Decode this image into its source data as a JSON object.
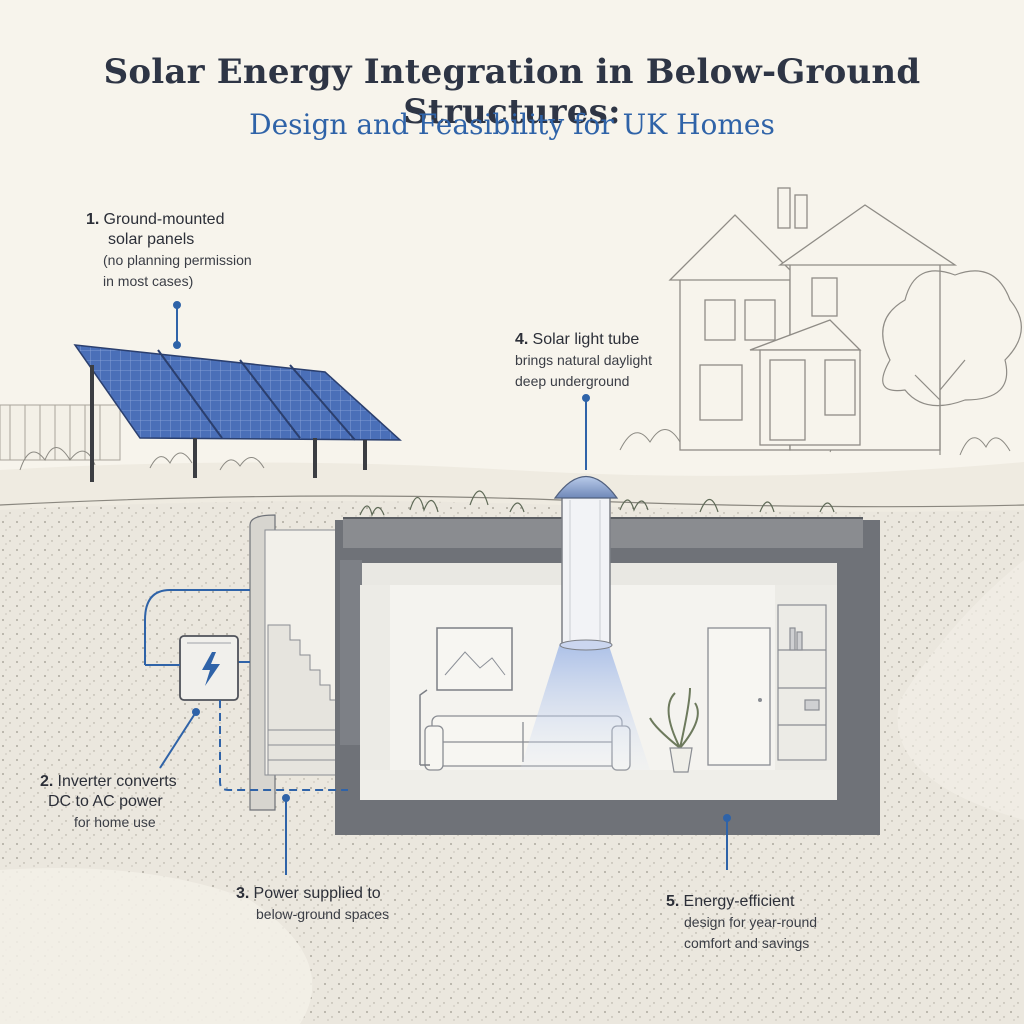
{
  "header": {
    "title": "Solar Energy Integration in Below-Ground Structures:",
    "subtitle": "Design and Feasibility for UK Homes"
  },
  "callouts": [
    {
      "number": "1.",
      "lines": [
        "Ground-mounted",
        "solar panels",
        "(no planning permission",
        "in most cases)"
      ]
    },
    {
      "number": "2.",
      "lines": [
        "Inverter converts",
        "DC to AC power",
        "for home use"
      ]
    },
    {
      "number": "3.",
      "lines": [
        "Power supplied to",
        "below-ground spaces"
      ]
    },
    {
      "number": "4.",
      "lines": [
        "Solar light tube",
        "brings natural daylight",
        "deep underground"
      ]
    },
    {
      "number": "5.",
      "lines": [
        "Energy-efficient",
        "design for year-round",
        "comfort and savings"
      ]
    }
  ],
  "colors": {
    "accent": "#2f63a8",
    "solar_panel": "#3f62a8",
    "ink": "#2e3545",
    "paper": "#f7f4ec",
    "soil": "#e9e5dc",
    "concrete": "#6f7278"
  },
  "icons": {
    "inverter": "lightning-bolt-icon"
  }
}
